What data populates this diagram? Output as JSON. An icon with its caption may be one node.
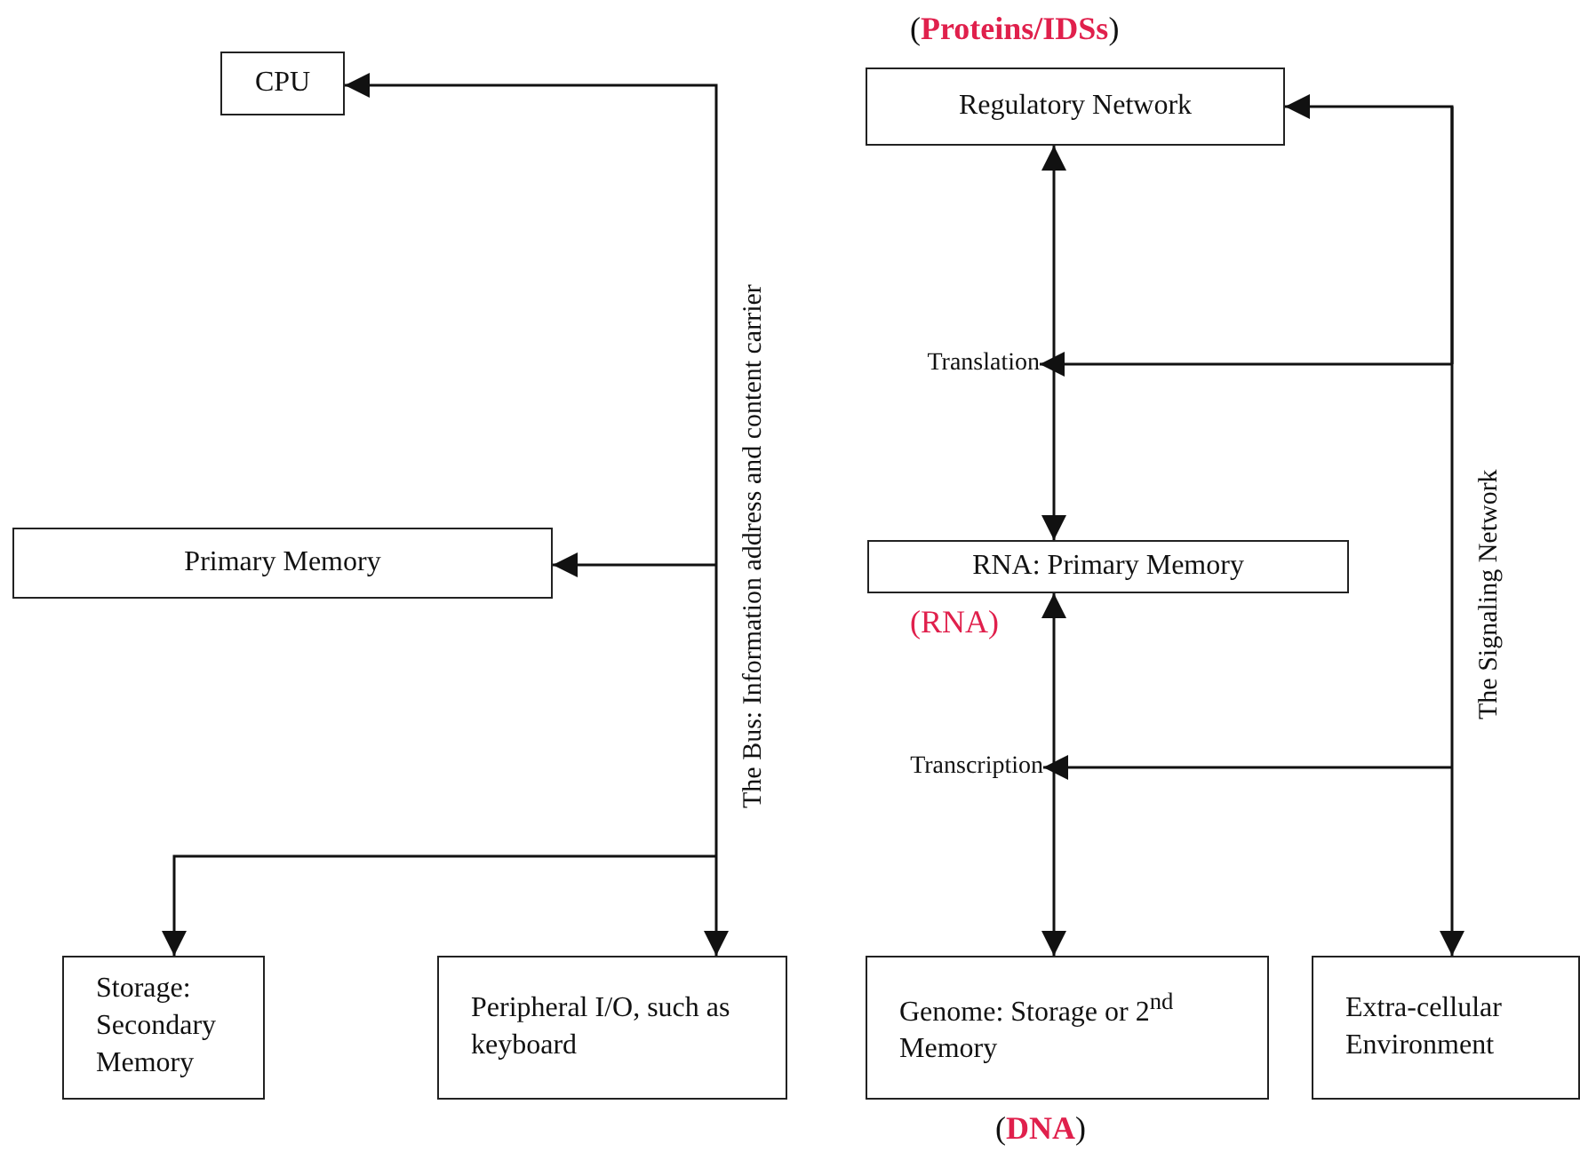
{
  "diagram": {
    "nodes": [
      {
        "text": [
          "CPU"
        ]
      },
      {
        "text": [
          "Primary Memory"
        ]
      },
      {
        "text": [
          "Storage: Secondary Memory"
        ]
      },
      {
        "text": [
          "Peripheral I/O, such as keyboard"
        ]
      },
      {
        "text": [
          "Regulatory Network"
        ],
        "beside": [
          "(**Proteins/IDSs**)"
        ]
      },
      {
        "text": [
          "RNA: Primary Memory"
        ],
        "beside": [
          "(RNA)"
        ]
      },
      {
        "text": [
          "Genome: Storage or 2$^{nd}$ Memory"
        ],
        "beside": [
          "(**DNA**)"
        ]
      },
      {
        "text": [
          "Extra-cellular Environment"
        ]
      },
      {
        "text": [
          "Translation"
        ]
      },
      {
        "text": [
          "Transcription"
        ]
      }
    ],
    "edges": [
      {
        "from": null,
        "to": 0,
        "arrow": "to"
      },
      {
        "from": null,
        "to": 1,
        "arrow": "to"
      },
      {
        "from": null,
        "to": 2,
        "arrow": "to"
      },
      {
        "from": null,
        "to": 3,
        "arrow": "to"
      },
      {
        "from": 4,
        "to": 5,
        "arrow": "both"
      },
      {
        "from": 5,
        "to": 6,
        "arrow": "both"
      },
      {
        "from": null,
        "to": 4,
        "arrow": "to"
      },
      {
        "from": null,
        "to": 8,
        "arrow": "to"
      },
      {
        "from": null,
        "to": 9,
        "arrow": "to"
      },
      {
        "from": null,
        "to": 7,
        "arrow": "to"
      }
    ],
    "labels": [
      "The Bus: Information address and content carrier",
      "The Signaling Network"
    ]
  }
}
